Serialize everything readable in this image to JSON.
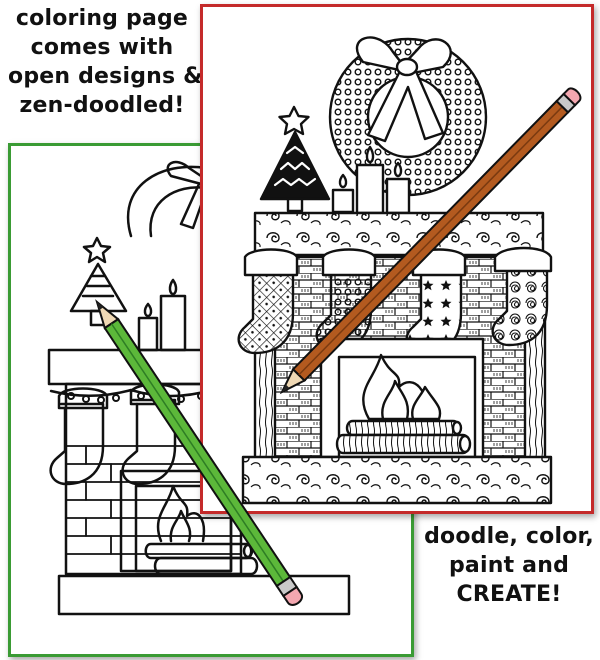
{
  "captions": {
    "top": [
      "coloring page",
      "comes with",
      "open designs &",
      "zen-doodled!"
    ],
    "bottom": [
      "doodle, color,",
      "paint and",
      "CREATE!"
    ]
  },
  "pages": {
    "plain": {
      "frame_color": "#3a9b34",
      "pencil_color": "#5cb83a"
    },
    "doodled": {
      "frame_color": "#c42a2a",
      "pencil_color": "#b35a1f"
    }
  },
  "illustration": {
    "subject": "christmas fireplace with wreath, tree, candles and stockings",
    "icons": [
      "wreath-icon",
      "tree-icon",
      "candle-icon",
      "stocking-icon",
      "fire-icon",
      "pencil-icon"
    ]
  }
}
